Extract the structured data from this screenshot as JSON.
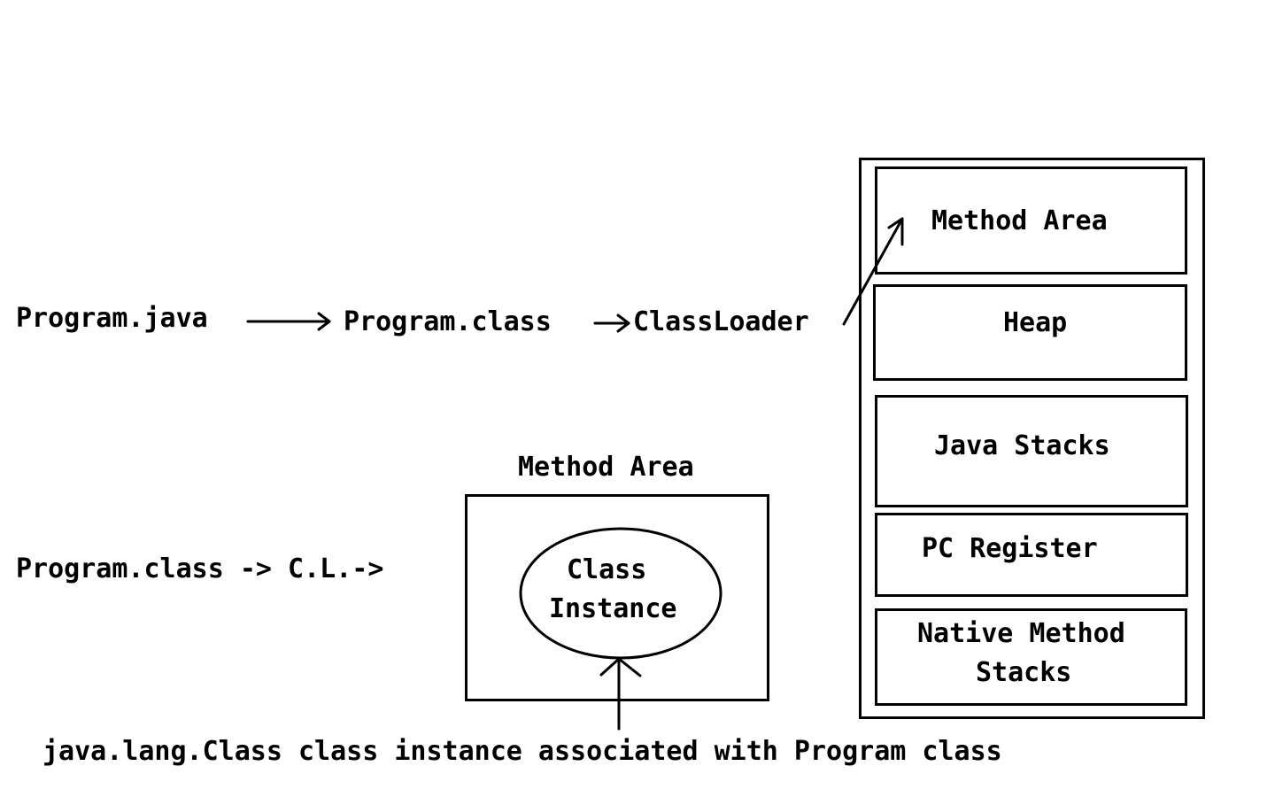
{
  "flow_top": {
    "source": "Program.java",
    "compiled": "Program.class",
    "loader": "ClassLoader"
  },
  "memory": {
    "method_area": "Method Area",
    "heap": "Heap",
    "java_stacks": "Java Stacks",
    "pc_register": "PC Register",
    "native_line1": "Native Method",
    "native_line2": "Stacks"
  },
  "flow_bottom": {
    "text": "Program.class -> C.L.->",
    "method_area_title": "Method Area",
    "class_line1": "Class",
    "class_line2": "Instance",
    "caption": "java.lang.Class class instance associated with Program class"
  },
  "colors": {
    "ink": "#000000",
    "background": "#ffffff"
  }
}
